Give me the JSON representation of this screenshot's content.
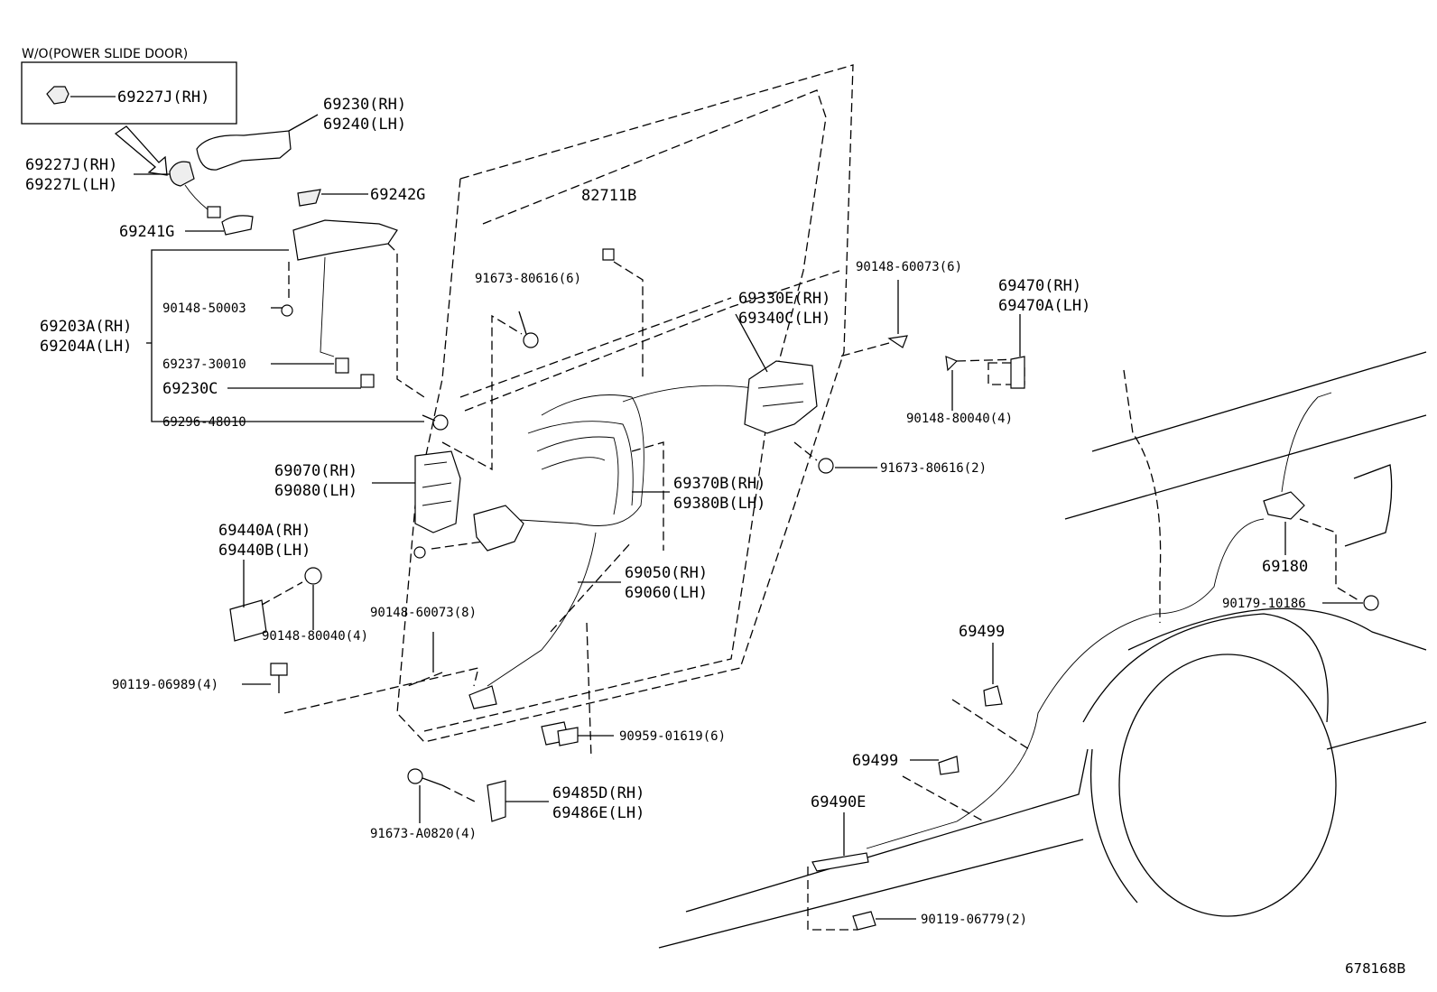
{
  "inset": {
    "title": "W/O(POWER SLIDE DOOR)",
    "part": "69227J(RH)"
  },
  "labels": {
    "p69230": "69230(RH)",
    "p69240": "69240(LH)",
    "p69227J": "69227J(RH)",
    "p69227L": "69227L(LH)",
    "p69242G": "69242G",
    "p69241G": "69241G",
    "p82711B": "82711B",
    "p91673_80616_6": "91673-80616(6)",
    "p90148_50003": "90148-50003",
    "p69203A": "69203A(RH)",
    "p69204A": "69204A(LH)",
    "p69237": "69237-30010",
    "p69230C": "69230C",
    "p69296": "69296-48010",
    "p69330E": "69330E(RH)",
    "p69340C": "69340C(LH)",
    "p90148_60073_6": "90148-60073(6)",
    "p69470": "69470(RH)",
    "p69470A": "69470A(LH)",
    "p90148_80040_4a": "90148-80040(4)",
    "p91673_80616_2": "91673-80616(2)",
    "p69070": "69070(RH)",
    "p69080": "69080(LH)",
    "p69370B": "69370B(RH)",
    "p69380B": "69380B(LH)",
    "p69440A": "69440A(RH)",
    "p69440B": "69440B(LH)",
    "p90148_80040_4b": "90148-80040(4)",
    "p90148_60073_8": "90148-60073(8)",
    "p69050": "69050(RH)",
    "p69060": "69060(LH)",
    "p90119_06989": "90119-06989(4)",
    "p90959": "90959-01619(6)",
    "p69485D": "69485D(RH)",
    "p69486E": "69486E(LH)",
    "p91673_A0820": "91673-A0820(4)",
    "p69180": "69180",
    "p90179": "90179-10186",
    "p69499a": "69499",
    "p69499b": "69499",
    "p69490E": "69490E",
    "p90119_06779": "90119-06779(2)"
  },
  "reference": "678168B"
}
